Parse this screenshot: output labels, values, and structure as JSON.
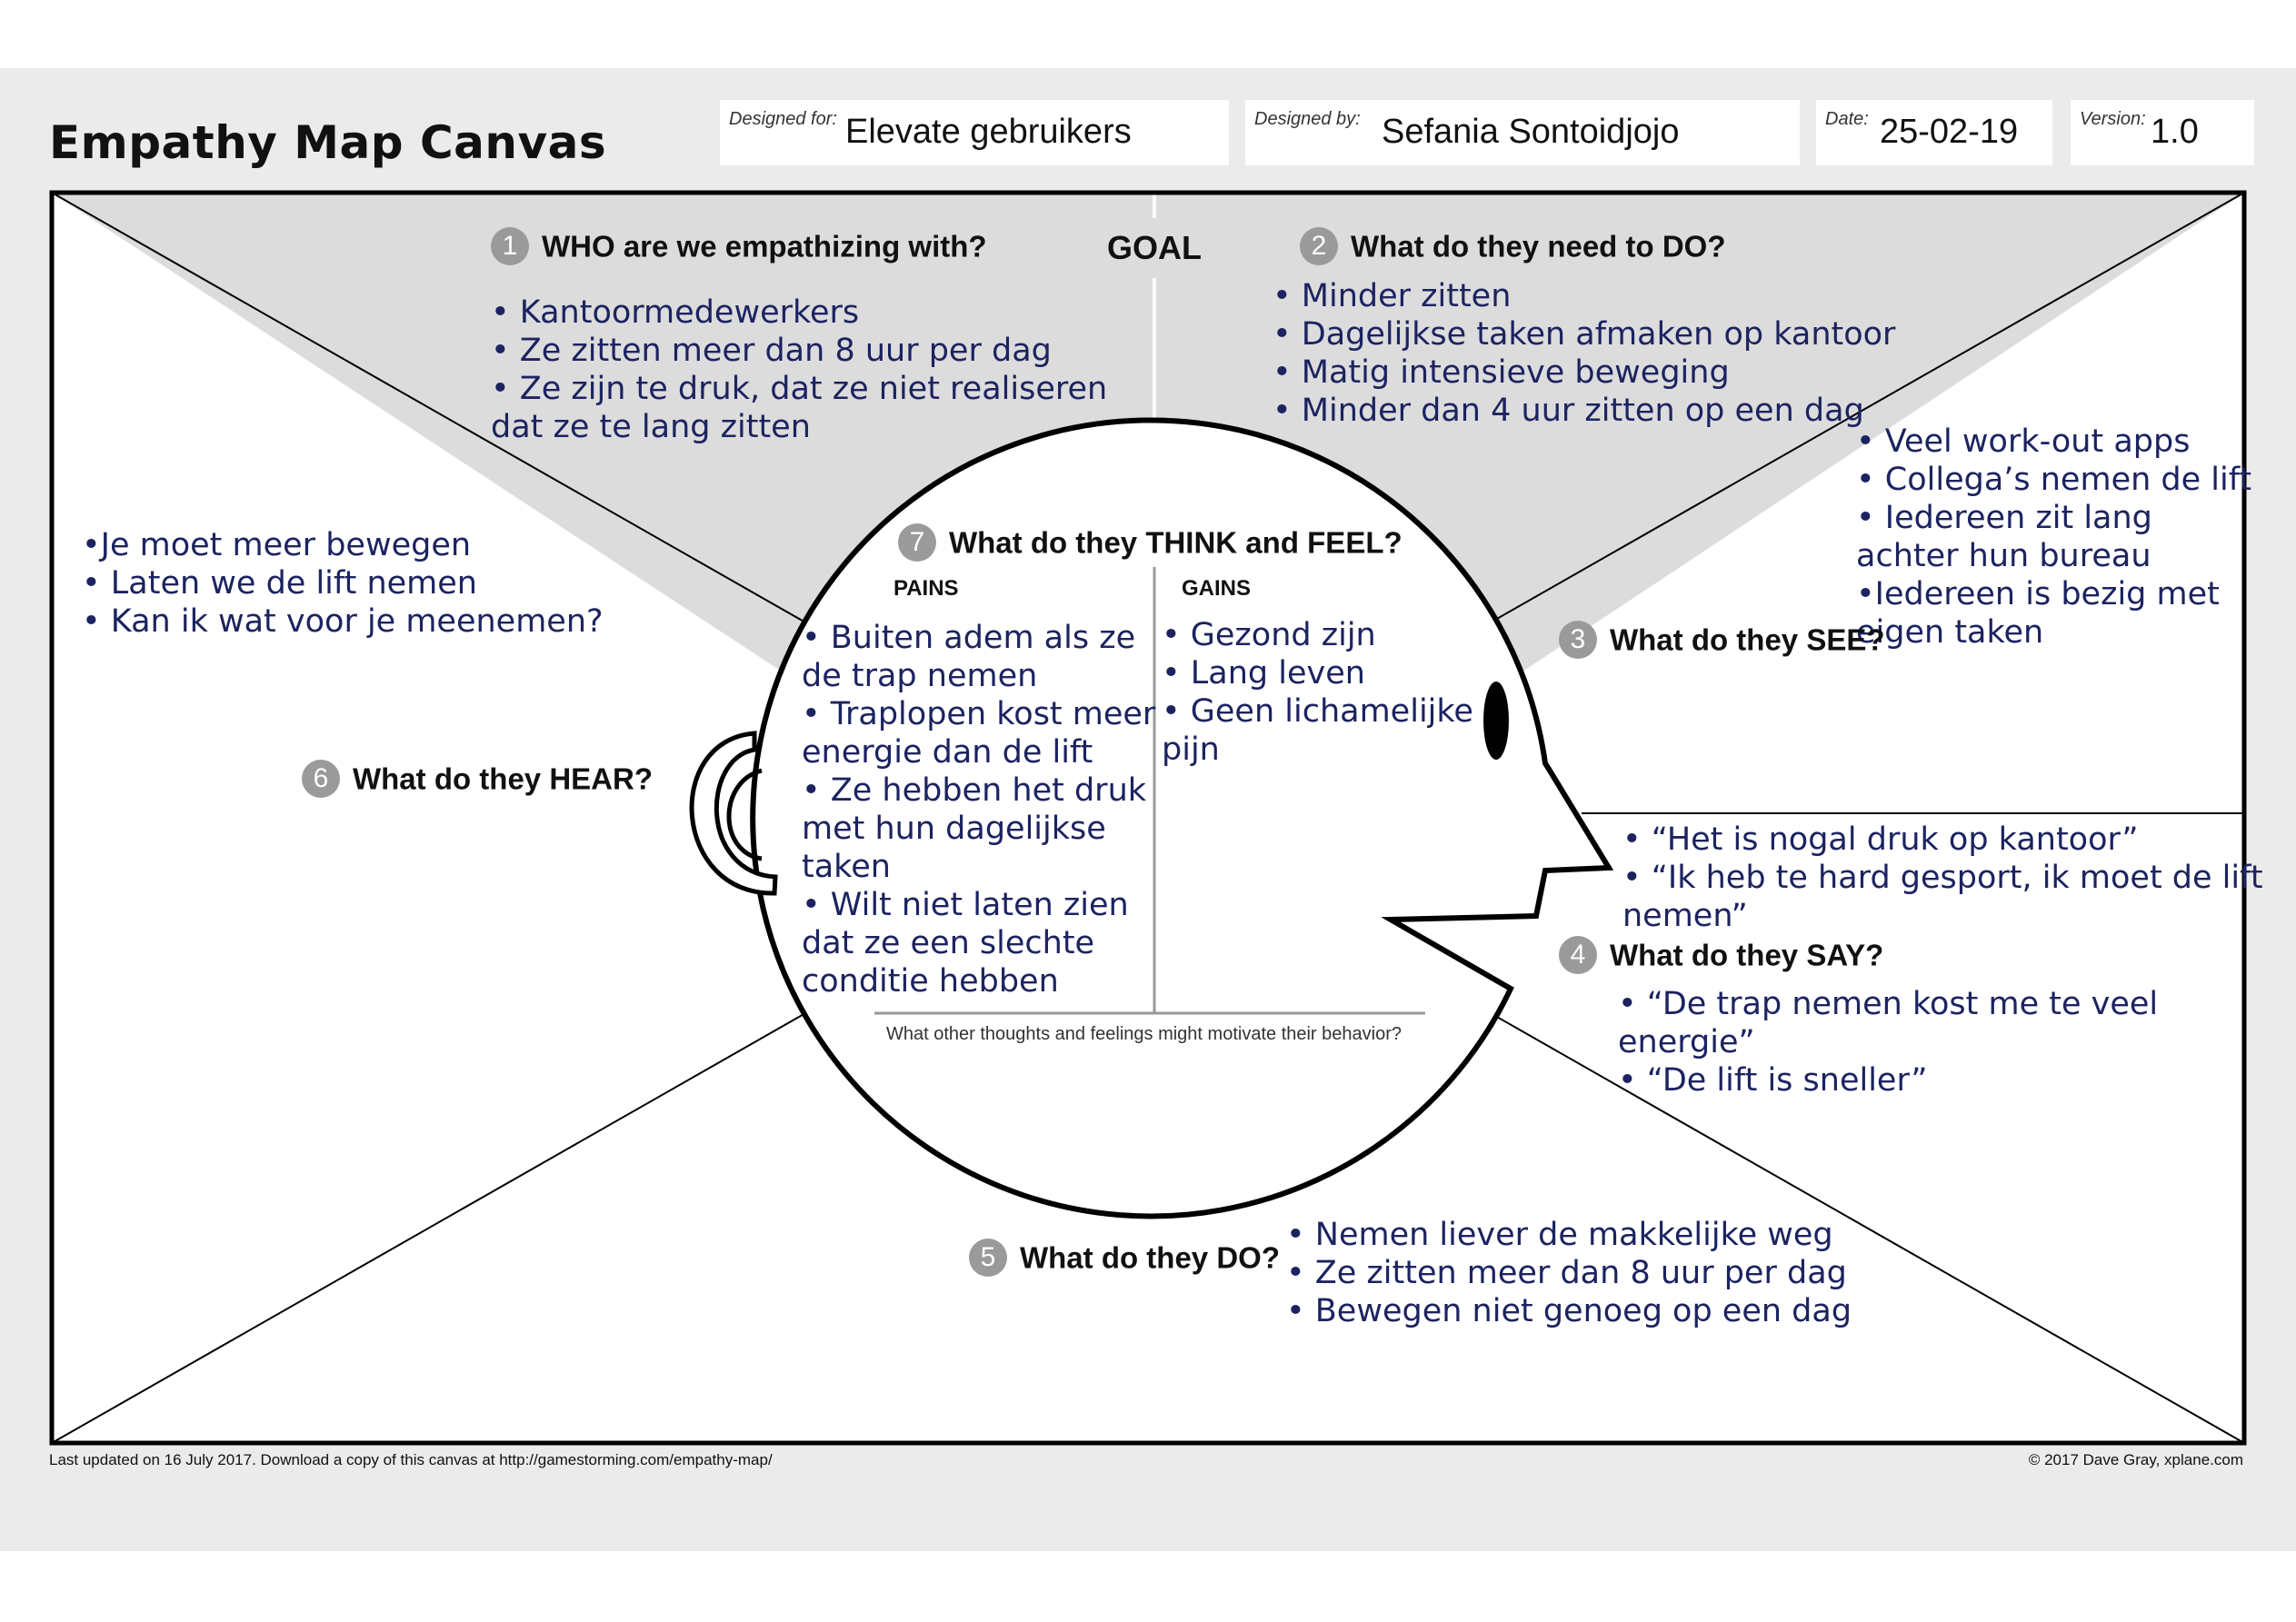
{
  "header": {
    "title": "Empathy Map Canvas",
    "designed_for_label": "Designed for:",
    "designed_for": "Elevate gebruikers",
    "designed_by_label": "Designed by:",
    "designed_by": "Sefania Sontoidjojo",
    "date_label": "Date:",
    "date": "25-02-19",
    "version_label": "Version:",
    "version": "1.0"
  },
  "goal": "GOAL",
  "sections": {
    "who": {
      "num": "1",
      "title": "WHO are we empathizing with?",
      "notes": "• Kantoormedewerkers\n• Ze zitten meer dan 8 uur per dag\n• Ze zijn te druk, dat ze niet realiseren\ndat ze te lang zitten"
    },
    "do_need": {
      "num": "2",
      "title": "What do they need to DO?",
      "notes": "• Minder zitten\n• Dagelijkse taken afmaken op kantoor\n• Matig intensieve beweging\n• Minder dan 4 uur zitten op een dag"
    },
    "see": {
      "num": "3",
      "title": "What do they SEE?",
      "notes": "• Veel work-out apps\n• Collega’s nemen de lift\n• Iedereen zit lang\nachter hun bureau\n•Iedereen is bezig met\neigen taken"
    },
    "say": {
      "num": "4",
      "title": "What do they SAY?",
      "notes_top": "• “Het is nogal druk op kantoor”\n• “Ik heb te hard gesport, ik moet de lift\nnemen”",
      "notes_bottom": "• “De trap nemen kost me te veel\nenergie”\n• “De lift is sneller”"
    },
    "do": {
      "num": "5",
      "title": "What do they DO?",
      "notes": "• Nemen liever de makkelijke weg\n• Ze zitten meer dan 8 uur per dag\n• Bewegen niet genoeg op een dag"
    },
    "hear": {
      "num": "6",
      "title": "What do they HEAR?",
      "notes": "•Je moet meer bewegen\n• Laten we de lift nemen\n• Kan ik wat voor je meenemen?"
    },
    "think": {
      "num": "7",
      "title": "What do they THINK and FEEL?",
      "pains_label": "PAINS",
      "gains_label": "GAINS",
      "pains": "• Buiten adem als ze\nde trap nemen\n• Traplopen kost meer\nenergie dan de lift\n• Ze hebben het druk\nmet hun dagelijkse\ntaken\n• Wilt niet laten zien\ndat ze een slechte\nconditie hebben",
      "gains": "• Gezond zijn\n• Lang leven\n• Geen lichamelijke\npijn",
      "question": "What other thoughts and feelings might motivate their behavior?"
    }
  },
  "footer": {
    "left": "Last updated on 16 July 2017. Download a copy of this canvas at http://gamestorming.com/empathy-map/",
    "right": "© 2017 Dave Gray, xplane.com"
  }
}
